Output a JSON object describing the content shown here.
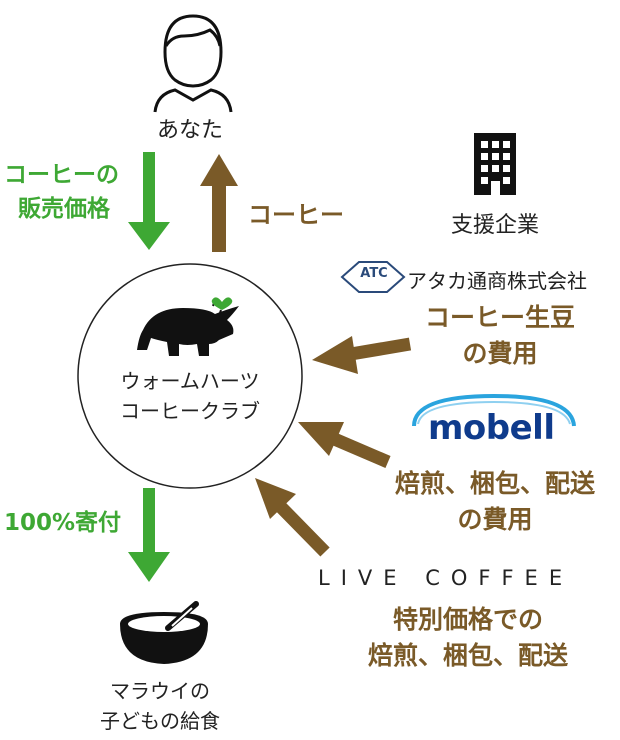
{
  "nodes": {
    "you": {
      "label": "あなた",
      "icon": "person-icon"
    },
    "company": {
      "label": "支援企業",
      "icon": "building-icon"
    },
    "club": {
      "lines": [
        "ウォームハーツ",
        "コーヒークラブ"
      ],
      "icon": "rhino-heart-logo"
    },
    "children": {
      "lines": [
        "マラウイの",
        "子どもの給食"
      ],
      "icon": "bowl-icon"
    }
  },
  "flows": {
    "sales_price": [
      "コーヒーの",
      "販売価格"
    ],
    "coffee": "コーヒー",
    "donation": "100%寄付"
  },
  "sponsors": {
    "ataka": {
      "logo_text": "ATC",
      "name": "アタカ通商株式会社",
      "contribution": [
        "コーヒー生豆",
        "の費用"
      ]
    },
    "mobell": {
      "logo_text": "mobell",
      "contribution": [
        "焙煎、梱包、配送",
        "の費用"
      ]
    },
    "live_coffee": {
      "logo_text": "LIVE COFFEE",
      "contribution": [
        "特別価格での",
        "焙煎、梱包、配送"
      ]
    }
  },
  "colors": {
    "green": "#3ea834",
    "brown": "#7a5a28",
    "navy": "#0f3b8c"
  }
}
